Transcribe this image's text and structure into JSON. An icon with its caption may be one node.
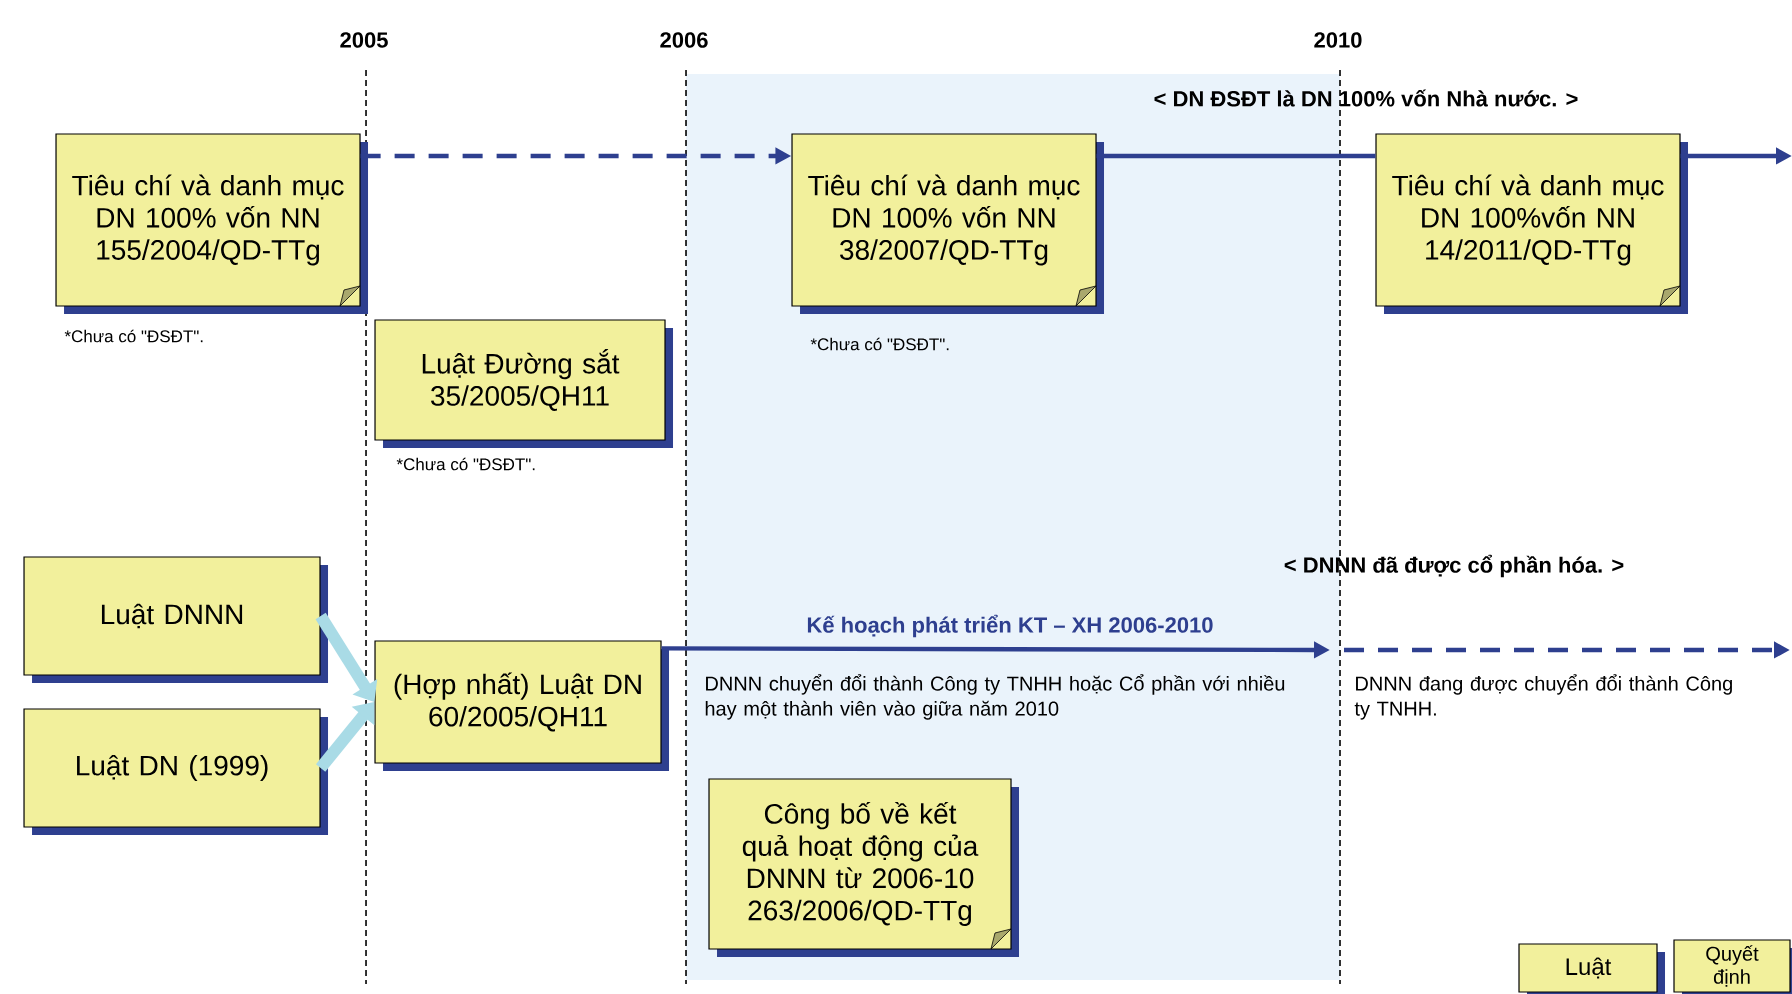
{
  "diagram": {
    "nodes": [
      {
        "text": [
          "Tiêu chí và danh mục DN 100% vốn NN",
          "155/2004/QD-TTg"
        ],
        "beside": [
          "*Chưa có \"ĐSĐT\"."
        ]
      },
      {
        "text": [
          "Tiêu chí và danh mục DN 100% vốn NN",
          "38/2007/QD-TTg"
        ],
        "beside": [
          "*Chưa có \"ĐSĐT\"."
        ]
      },
      {
        "text": [
          "Tiêu chí và danh mục DN 100%vốn NN",
          "14/2011/QD-TTg"
        ]
      },
      {
        "text": [
          "Luật Đường sắt",
          "35/2005/QH11"
        ],
        "beside": [
          "*Chưa có \"ĐSĐT\"."
        ]
      },
      {
        "text": [
          "Luật DNNN"
        ]
      },
      {
        "text": [
          "Luật DN (1999)"
        ]
      },
      {
        "text": [
          "(Hợp nhất) Luật DN",
          "60/2005/QH11"
        ]
      },
      {
        "text": [
          "Công bố về kết quả hoạt động của DNNN từ 2006-10",
          "263/2006/QD-TTg"
        ]
      },
      {
        "text": [
          "Luật"
        ]
      },
      {
        "text": [
          "Quyết định"
        ]
      }
    ],
    "edges": [
      {
        "from": 0,
        "to": 1,
        "arrow": "to",
        "style": "dashed"
      },
      {
        "from": 1,
        "to": 2,
        "arrow": "none"
      },
      {
        "from": 2,
        "to": null,
        "arrow": "to"
      },
      {
        "from": 4,
        "to": 6,
        "arrow": "to",
        "style": "thick",
        "color": "#a9dbe6"
      },
      {
        "from": 5,
        "to": 6,
        "arrow": "to",
        "style": "thick",
        "color": "#a9dbe6"
      },
      {
        "from": 6,
        "to": null,
        "arrow": "to",
        "label": "Kế hoạch phát triển KT – XH 2006-2010"
      }
    ],
    "labels": [
      "2005",
      "2006",
      "2010",
      "< DN ĐSĐT là DN 100% vốn Nhà nước. >",
      "< DNNN đã được cổ phần hóa. >",
      "DNNN chuyển đổi thành Công ty TNHH hoặc Cổ phần với nhiều hay một thành viên vào giữa năm 2010",
      "DNNN đang được chuyển đổi thành Công ty TNHH."
    ]
  }
}
